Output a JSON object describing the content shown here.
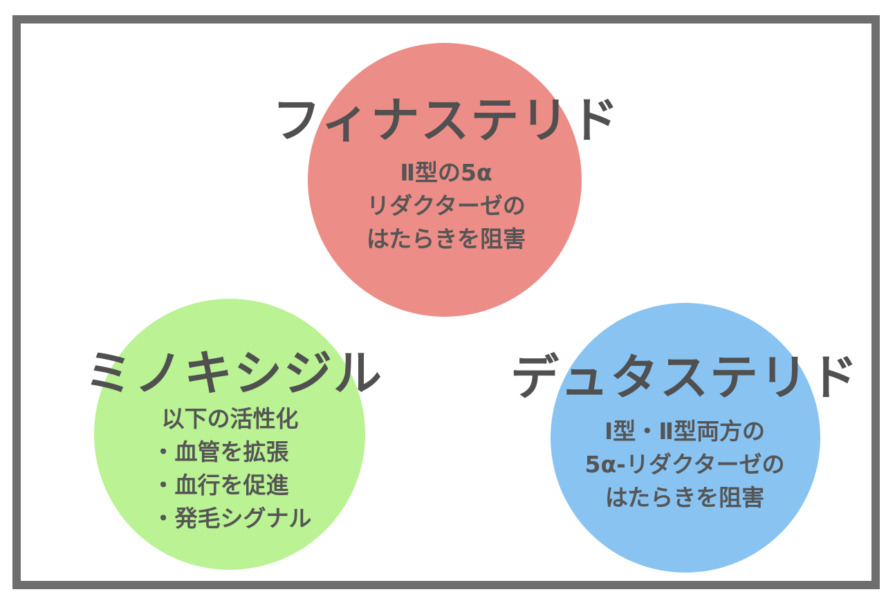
{
  "colors": {
    "finasteride": "#ec8d87",
    "minoxidil": "#baf294",
    "dutasteride": "#88c3f2",
    "border": "#6e6e6e",
    "text": "#555555"
  },
  "finasteride": {
    "title": "フィナステリド",
    "lines": [
      "Ⅱ型の5α",
      "リダクターゼの",
      "はたらきを阻害"
    ]
  },
  "minoxidil": {
    "title": "ミノキシジル",
    "lines": [
      "以下の活性化",
      "・血管を拡張",
      "・血行を促進",
      "・発毛シグナル"
    ]
  },
  "dutasteride": {
    "title": "デュタステリド",
    "lines": [
      "Ⅰ型・Ⅱ型両方の",
      "5α-リダクターゼの",
      "はたらきを阻害"
    ]
  }
}
